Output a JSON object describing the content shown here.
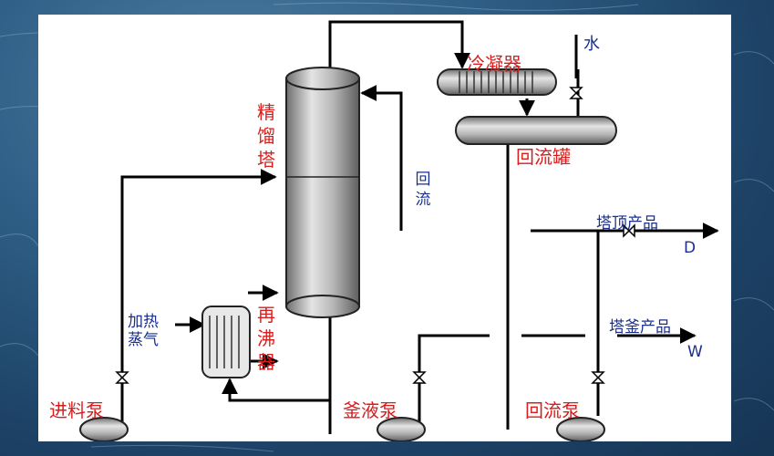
{
  "diagram": {
    "labels": {
      "condenser": "冷凝器",
      "water": "水",
      "column": "精馏塔",
      "reflux_drum": "回流罐",
      "reflux": "回流",
      "top_product": "塔顶产品",
      "top_product_symbol": "D",
      "heating_steam_1": "加热",
      "heating_steam_2": "蒸气",
      "reboiler": "再沸器",
      "bottom_product": "塔釜产品",
      "bottom_product_symbol": "W",
      "feed_pump": "进料泵",
      "kettle_pump": "釜液泵",
      "reflux_pump": "回流泵"
    },
    "colors": {
      "equipment_label": "#d81d1d",
      "stream_label": "#1a2f8c",
      "pipe": "#000000",
      "vessel": "#9a9a9a",
      "background": "#1d4266"
    }
  }
}
